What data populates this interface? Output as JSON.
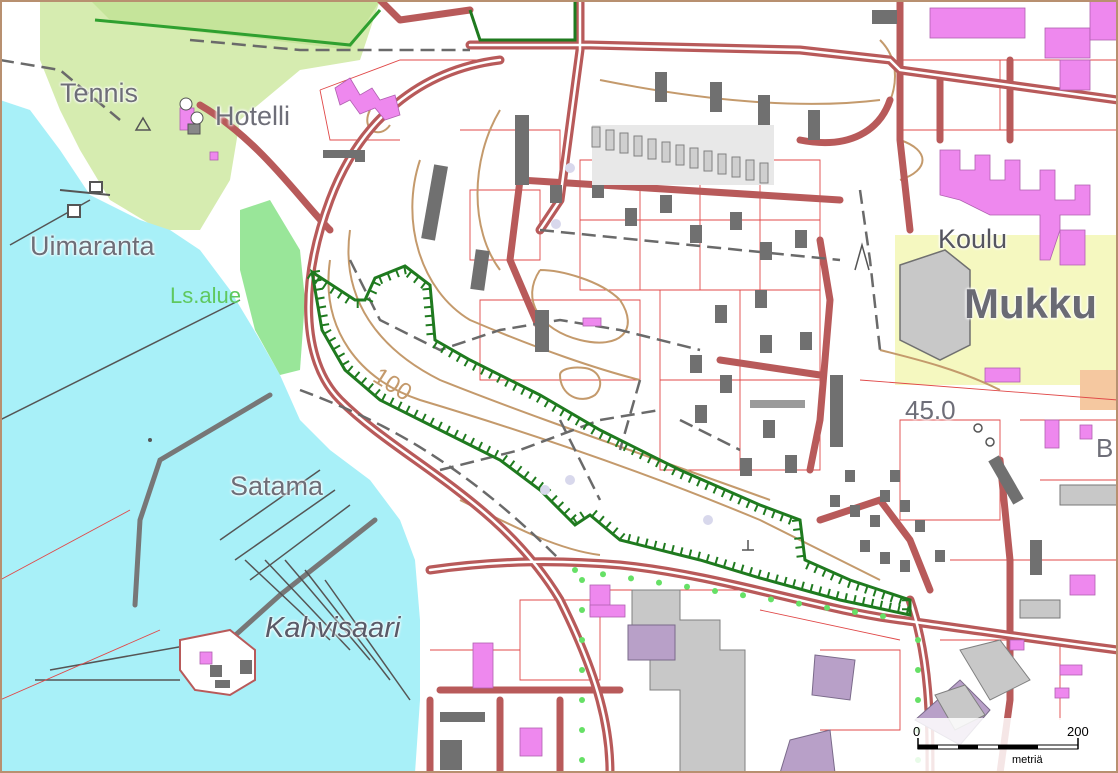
{
  "map": {
    "labels": {
      "tennis": "Tennis",
      "hotelli": "Hotelli",
      "uimaranta": "Uimaranta",
      "lsalue": "Ls.alue",
      "koulu": "Koulu",
      "mukku": "Mukku",
      "contour_100": "100",
      "elevation": "45.0",
      "satama": "Satama",
      "kahvisaari": "Kahvisaari",
      "b_fragment": "B"
    },
    "scale_bar": {
      "start": "0",
      "end": "200",
      "unit": "metriä"
    },
    "colors": {
      "water": "#a8f0f8",
      "park": "#d6ecb0",
      "school_area": "#f5f8c0",
      "protected_area": "#7fe07f",
      "building_gray": "#707070",
      "building_pink": "#ee88ee",
      "building_lilac": "#b8a0c8",
      "road": "#b85a5a",
      "contour": "#c49a6c",
      "boundary": "#1f7a1f",
      "parcel_line": "#e04848"
    }
  }
}
